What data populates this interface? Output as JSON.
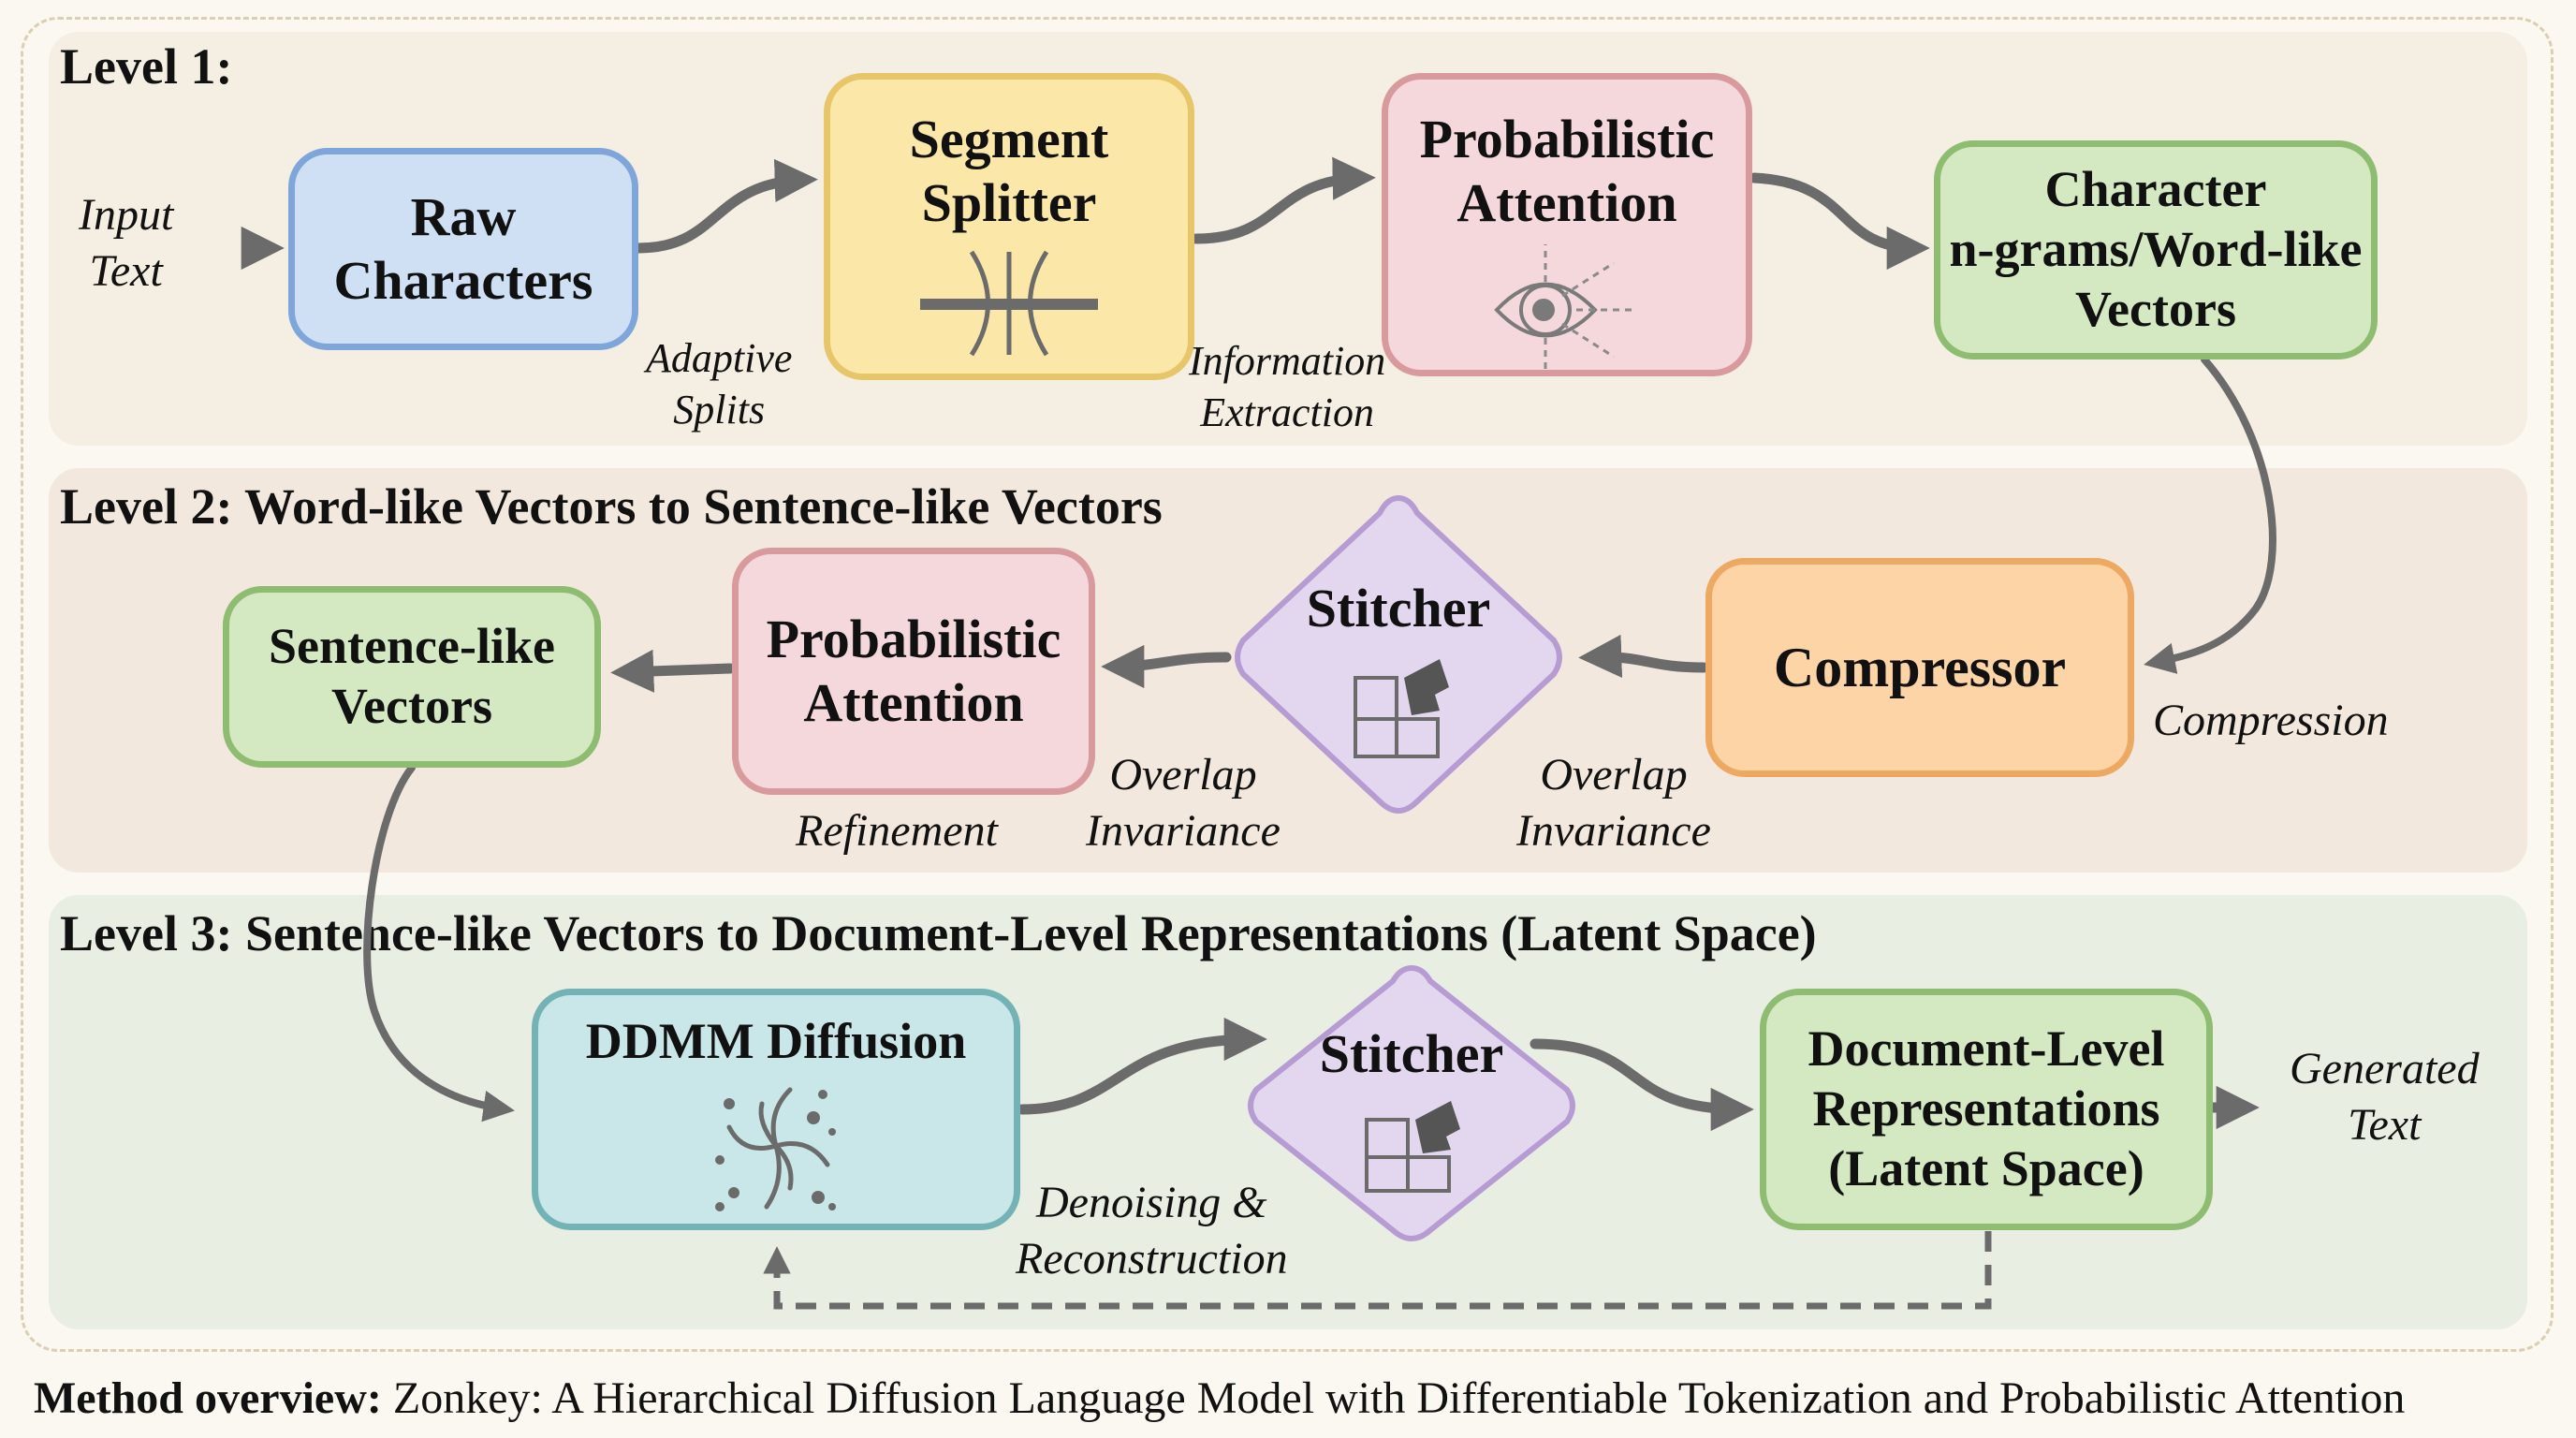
{
  "levels": [
    {
      "title": "Level 1:"
    },
    {
      "title": "Level 2: Word-like Vectors to Sentence-like Vectors"
    },
    {
      "title": "Level 3: Sentence-like Vectors to Document-Level Representations (Latent Space)"
    }
  ],
  "nodes": {
    "raw_characters": {
      "line1": "Raw",
      "line2": "Characters"
    },
    "segment_splitter": {
      "line1": "Segment",
      "line2": "Splitter",
      "icon": "split-icon"
    },
    "prob_attention_1": {
      "line1": "Probabilistic",
      "line2": "Attention",
      "icon": "eye-icon"
    },
    "char_ngrams": {
      "line1": "Character",
      "line2": "n-grams/Word-like",
      "line3": "Vectors"
    },
    "compressor": {
      "label": "Compressor"
    },
    "stitcher_1": {
      "label": "Stitcher",
      "icon": "puzzle-icon"
    },
    "prob_attention_2": {
      "line1": "Probabilistic",
      "line2": "Attention"
    },
    "sentence_vectors": {
      "line1": "Sentence-like",
      "line2": "Vectors"
    },
    "ddmm_diffusion": {
      "label": "DDMM Diffusion",
      "icon": "swirl-icon"
    },
    "stitcher_2": {
      "label": "Stitcher",
      "icon": "puzzle-icon"
    },
    "doc_level": {
      "line1": "Document-Level",
      "line2": "Representations",
      "line3": "(Latent Space)"
    }
  },
  "edge_labels": {
    "input_text": {
      "line1": "Input",
      "line2": "Text"
    },
    "adaptive_splits": {
      "line1": "Adaptive",
      "line2": "Splits"
    },
    "information_extraction": {
      "line1": "Information",
      "line2": "Extraction"
    },
    "compression": {
      "line1": "Compression"
    },
    "overlap_invariance_right": {
      "line1": "Overlap",
      "line2": "Invariance"
    },
    "overlap_invariance_left": {
      "line1": "Overlap",
      "line2": "Invariance"
    },
    "refinement": {
      "line1": "Refinement"
    },
    "denoising": {
      "line1": "Denoising &",
      "line2": "Reconstruction"
    },
    "generated_text": {
      "line1": "Generated",
      "line2": "Text"
    }
  },
  "caption": {
    "bold": "Method overview:",
    "text": " Zonkey: A Hierarchical Diffusion Language Model with Differentiable Tokenization and Probabilistic Attention"
  },
  "colors": {
    "arrow": "#6b6b6b",
    "blue": "#7fa6da",
    "yellow": "#e7c66a",
    "pink": "#d99a9e",
    "green": "#8ebd72",
    "orange": "#eda862",
    "teal": "#73b3b6",
    "purple": "#b79bd3"
  }
}
